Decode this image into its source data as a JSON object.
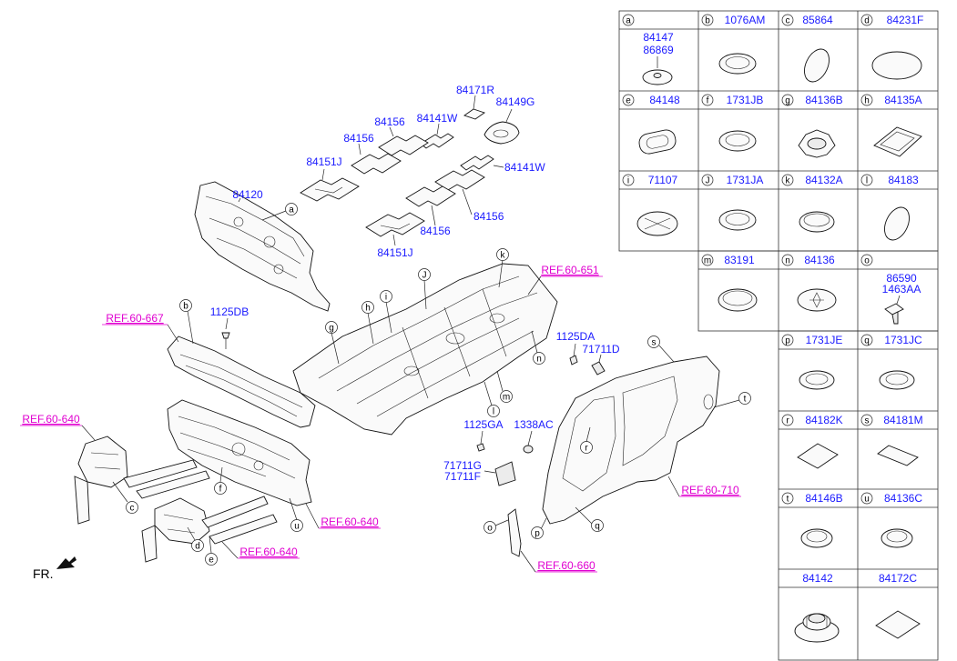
{
  "main_labels": {
    "p84171R": "84171R",
    "p84149G": "84149G",
    "p84141W_top": "84141W",
    "p84156_a": "84156",
    "p84156_b": "84156",
    "p84151J_top": "84151J",
    "p84141W_right": "84141W",
    "p84120": "84120",
    "p84156_c": "84156",
    "p84156_d": "84156",
    "p84151J_bot": "84151J",
    "p1125DB": "1125DB",
    "p1125DA": "1125DA",
    "p71711D": "71711D",
    "p1125GA": "1125GA",
    "p1338AC": "1338AC",
    "p71711G": "71711G",
    "p71711F": "71711F"
  },
  "refs": {
    "r651": "REF.60-651",
    "r667": "REF.60-667",
    "r640a": "REF.60-640",
    "r640b": "REF.60-640",
    "r640c": "REF.60-640",
    "r710": "REF.60-710",
    "r660": "REF.60-660"
  },
  "callouts": {
    "a": "a",
    "b": "b",
    "c": "c",
    "d": "d",
    "e": "e",
    "f": "f",
    "g": "g",
    "h": "h",
    "i": "i",
    "J": "J",
    "k": "k",
    "l": "l",
    "m": "m",
    "n": "n",
    "o": "o",
    "p": "p",
    "q": "q",
    "r": "r",
    "s": "s",
    "t": "t",
    "u": "u"
  },
  "front_label": "FR.",
  "parts_table": {
    "a": {
      "letter": "a",
      "code": "",
      "codes": [
        "84147",
        "86869"
      ]
    },
    "b": {
      "letter": "b",
      "code": "1076AM"
    },
    "c": {
      "letter": "c",
      "code": "85864"
    },
    "d": {
      "letter": "d",
      "code": "84231F"
    },
    "e": {
      "letter": "e",
      "code": "84148"
    },
    "f": {
      "letter": "f",
      "code": "1731JB"
    },
    "g": {
      "letter": "g",
      "code": "84136B"
    },
    "h": {
      "letter": "h",
      "code": "84135A"
    },
    "i": {
      "letter": "i",
      "code": "71107"
    },
    "J": {
      "letter": "J",
      "code": "1731JA"
    },
    "k": {
      "letter": "k",
      "code": "84132A"
    },
    "l": {
      "letter": "l",
      "code": "84183"
    },
    "m": {
      "letter": "m",
      "code": "83191"
    },
    "n": {
      "letter": "n",
      "code": "84136"
    },
    "o": {
      "letter": "o",
      "code": "",
      "codes": [
        "86590",
        "1463AA"
      ]
    },
    "p": {
      "letter": "p",
      "code": "1731JE"
    },
    "q": {
      "letter": "q",
      "code": "1731JC"
    },
    "r": {
      "letter": "r",
      "code": "84182K"
    },
    "s": {
      "letter": "s",
      "code": "84181M"
    },
    "t": {
      "letter": "t",
      "code": "84146B"
    },
    "u": {
      "letter": "u",
      "code": "84136C"
    },
    "x1": {
      "code": "84142"
    },
    "x2": {
      "code": "84172C"
    }
  }
}
